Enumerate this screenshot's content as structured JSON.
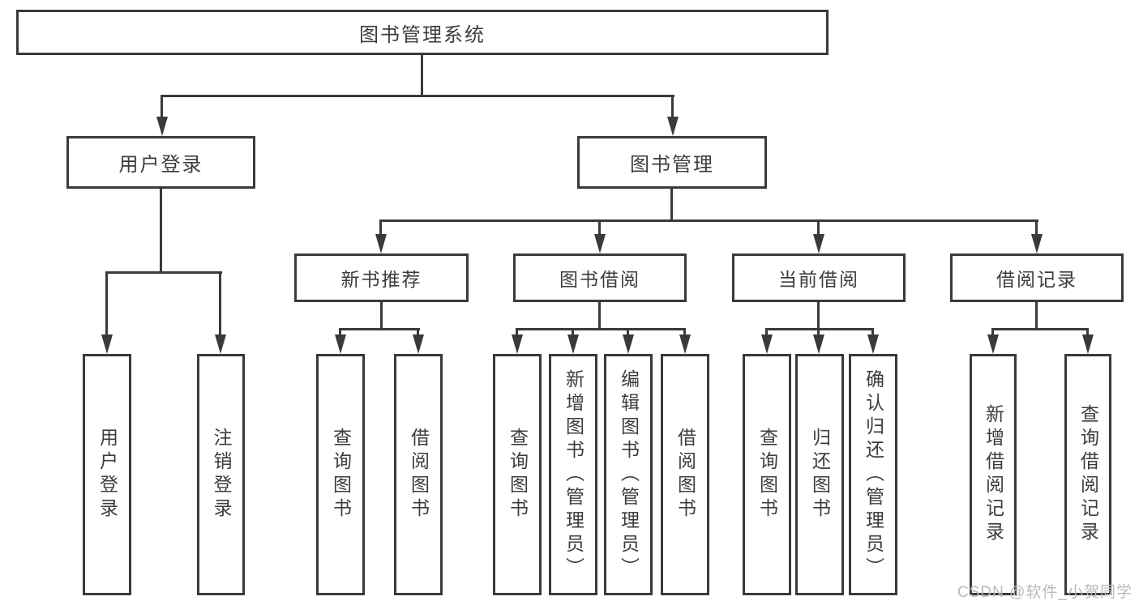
{
  "diagram": {
    "root": {
      "label": "图书管理系统"
    },
    "level2": {
      "user_login": {
        "label": "用户登录"
      },
      "book_management": {
        "label": "图书管理"
      }
    },
    "level3": {
      "new_book_recommend": {
        "label": "新书推荐"
      },
      "book_borrow": {
        "label": "图书借阅"
      },
      "current_borrow": {
        "label": "当前借阅"
      },
      "borrow_records": {
        "label": "借阅记录"
      }
    },
    "leaves": {
      "user_login": {
        "login": "用户登录",
        "logout": "注销登录"
      },
      "new_book_recommend": {
        "query": "查询图书",
        "borrow": "借阅图书"
      },
      "book_borrow": {
        "query": "查询图书",
        "add": "新增图书（管理员）",
        "edit": "编辑图书（管理员）",
        "borrow": "借阅图书"
      },
      "current_borrow": {
        "query": "查询图书",
        "return": "归还图书",
        "confirm_return": "确认归还（管理员）"
      },
      "borrow_records": {
        "add": "新增借阅记录",
        "query": "查询借阅记录"
      }
    }
  },
  "watermark": {
    "text": "CSDN @软件_小贺同学",
    "color": "#b9b9b9"
  },
  "colors": {
    "line": "#3a3a3a",
    "text": "#3d3d3d",
    "box_background": "#ffffff",
    "page_background": "#ffffff",
    "watermark": "#b9b9b9"
  }
}
